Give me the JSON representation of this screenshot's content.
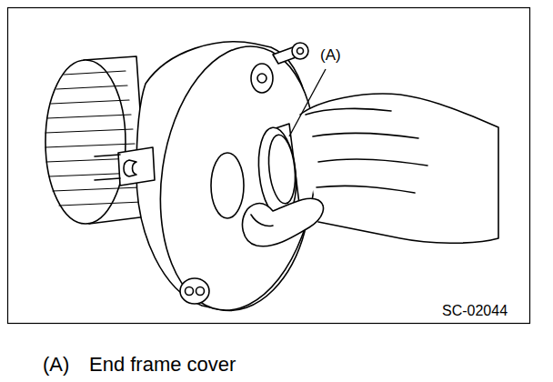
{
  "diagram": {
    "labels": [
      "(A)",
      "SC-02044",
      "(A)",
      "End frame cover"
    ]
  }
}
